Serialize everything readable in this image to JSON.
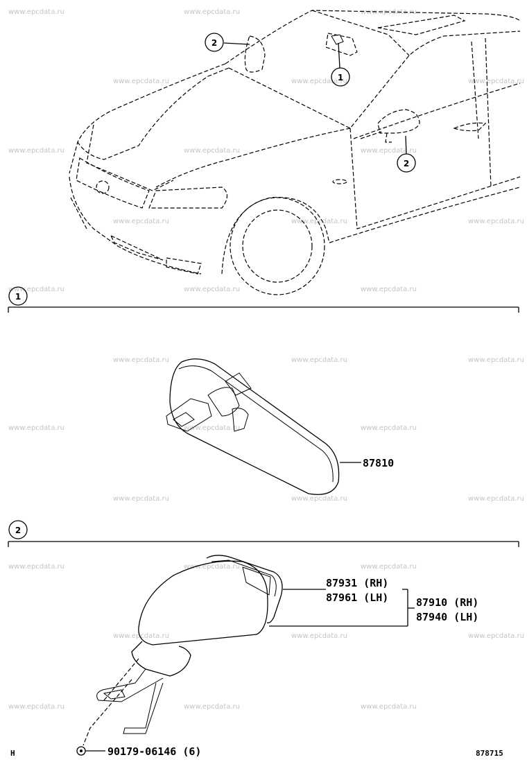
{
  "watermark": "www.epcdata.ru",
  "callouts": {
    "one": "1",
    "two": "2"
  },
  "sections": [
    {
      "number": "1"
    },
    {
      "number": "2"
    }
  ],
  "parts": {
    "rear_view_mirror": "87810",
    "mirror_glass_rh": "87931 (RH)",
    "mirror_glass_lh": "87961 (LH)",
    "outer_mirror_rh": "87910 (RH)",
    "outer_mirror_lh": "87940 (LH)",
    "screw": "90179-06146 (6)"
  },
  "footer": {
    "left_code": "H",
    "illustration_number": "878715"
  }
}
